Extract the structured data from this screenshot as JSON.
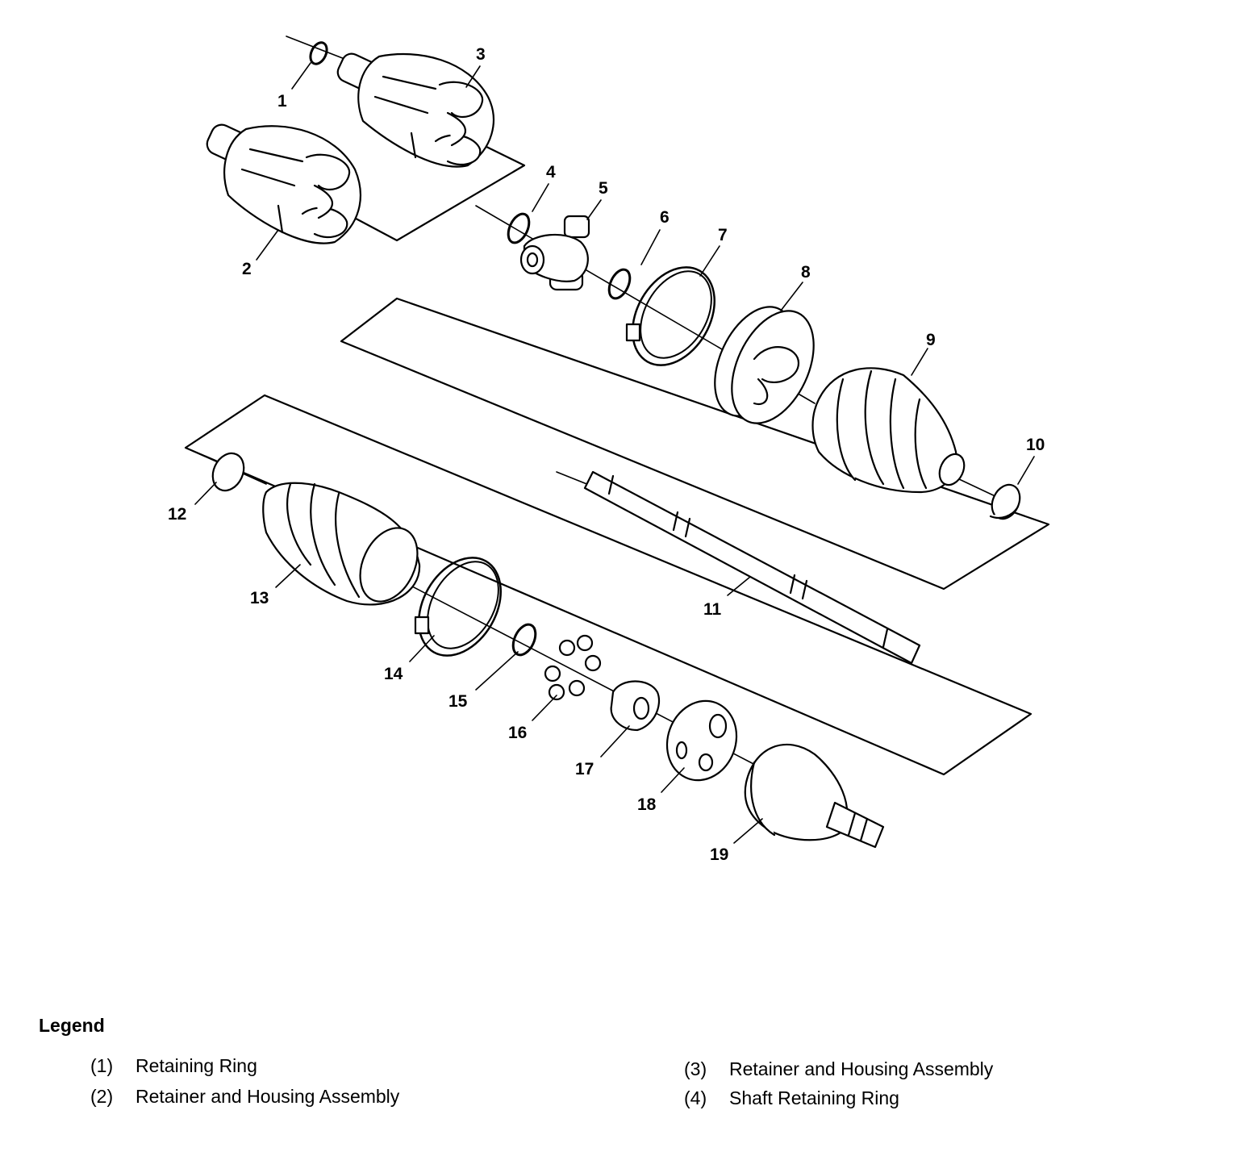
{
  "diagram": {
    "callouts": [
      "1",
      "2",
      "3",
      "4",
      "5",
      "6",
      "7",
      "8",
      "9",
      "10",
      "11",
      "12",
      "13",
      "14",
      "15",
      "16",
      "17",
      "18",
      "19"
    ]
  },
  "legend": {
    "title": "Legend",
    "items": [
      {
        "num": "(1)",
        "label": "Retaining Ring"
      },
      {
        "num": "(2)",
        "label": "Retainer and Housing Assembly"
      },
      {
        "num": "(3)",
        "label": "Retainer and Housing Assembly"
      },
      {
        "num": "(4)",
        "label": "Shaft Retaining Ring"
      }
    ]
  },
  "colors": {
    "line": "#000000",
    "part_fill": "#ffffff",
    "background": "#ffffff"
  }
}
